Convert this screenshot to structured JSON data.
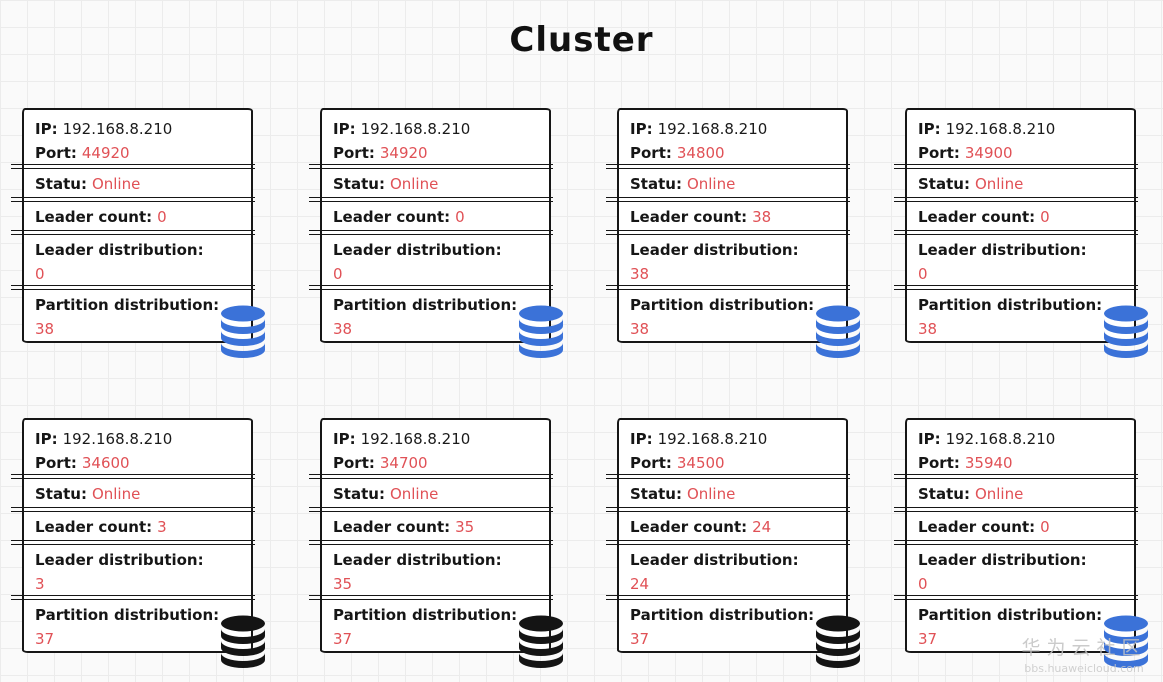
{
  "title": "Cluster",
  "labels": {
    "ip": "IP:",
    "port": "Port:",
    "status": "Statu:",
    "leader_count": "Leader count:",
    "leader_distribution": "Leader distribution:",
    "partition_distribution": "Partition distribution:"
  },
  "nodes": [
    {
      "ip": "192.168.8.210",
      "port": "44920",
      "status": "Online",
      "leader_count": "0",
      "leader_distribution": "0",
      "partition_distribution": "38",
      "icon": "database-blue"
    },
    {
      "ip": "192.168.8.210",
      "port": "34920",
      "status": "Online",
      "leader_count": "0",
      "leader_distribution": "0",
      "partition_distribution": "38",
      "icon": "database-blue"
    },
    {
      "ip": "192.168.8.210",
      "port": "34800",
      "status": "Online",
      "leader_count": "38",
      "leader_distribution": "38",
      "partition_distribution": "38",
      "icon": "database-blue"
    },
    {
      "ip": "192.168.8.210",
      "port": "34900",
      "status": "Online",
      "leader_count": "0",
      "leader_distribution": "0",
      "partition_distribution": "38",
      "icon": "database-blue"
    },
    {
      "ip": "192.168.8.210",
      "port": "34600",
      "status": "Online",
      "leader_count": "3",
      "leader_distribution": "3",
      "partition_distribution": "37",
      "icon": "database-black"
    },
    {
      "ip": "192.168.8.210",
      "port": "34700",
      "status": "Online",
      "leader_count": "35",
      "leader_distribution": "35",
      "partition_distribution": "37",
      "icon": "database-black"
    },
    {
      "ip": "192.168.8.210",
      "port": "34500",
      "status": "Online",
      "leader_count": "24",
      "leader_distribution": "24",
      "partition_distribution": "37",
      "icon": "database-black"
    },
    {
      "ip": "192.168.8.210",
      "port": "35940",
      "status": "Online",
      "leader_count": "0",
      "leader_distribution": "0",
      "partition_distribution": "37",
      "icon": "database-blue"
    }
  ],
  "colors": {
    "value_red": "#e05156",
    "database_blue": "#3b72d8",
    "database_black": "#141414",
    "border_black": "#161616",
    "status_online": "#e05156"
  },
  "watermark": {
    "line1": "华为云社区",
    "line2": "bbs.huaweicloud.com"
  }
}
